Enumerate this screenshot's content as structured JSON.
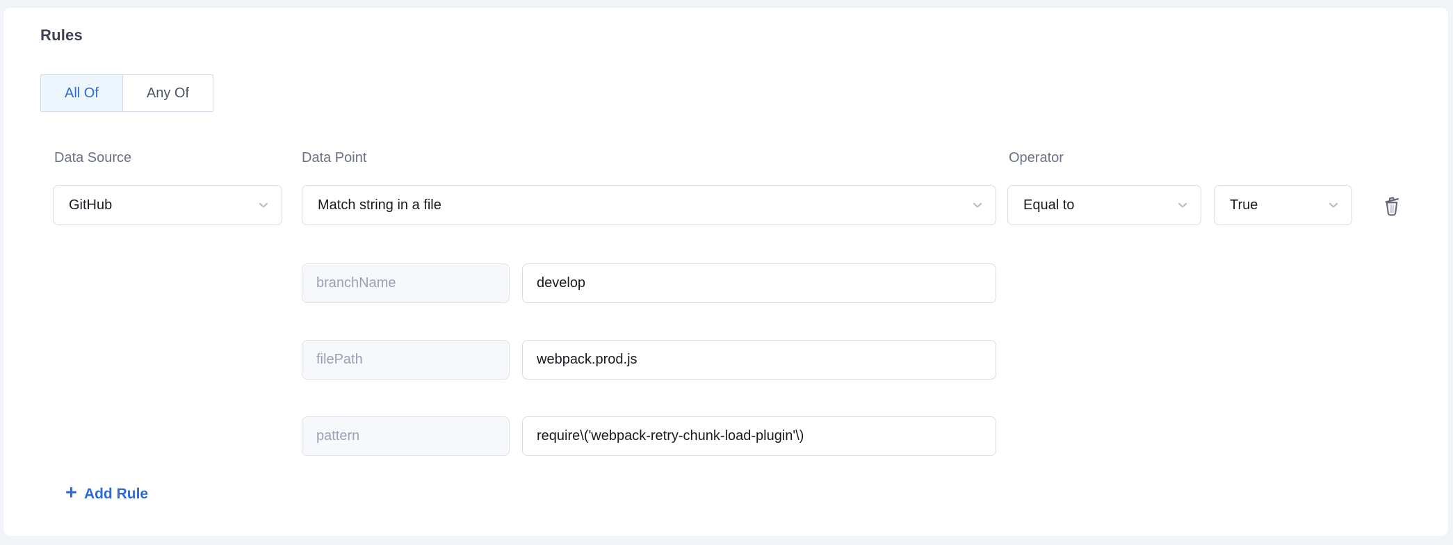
{
  "panel": {
    "heading": "Rules"
  },
  "match_toggle": {
    "options": [
      {
        "label": "All Of",
        "selected": true
      },
      {
        "label": "Any Of",
        "selected": false
      }
    ]
  },
  "rule": {
    "data_source": {
      "label": "Data Source",
      "value": "GitHub"
    },
    "data_point": {
      "label": "Data Point",
      "value": "Match string in a file"
    },
    "operator": {
      "label": "Operator",
      "value": "Equal to"
    },
    "expected": {
      "value": "True"
    },
    "params": [
      {
        "key": "branchName",
        "value": "develop"
      },
      {
        "key": "filePath",
        "value": "webpack.prod.js"
      },
      {
        "key": "pattern",
        "value": "require\\('webpack-retry-chunk-load-plugin'\\)"
      }
    ]
  },
  "actions": {
    "add_rule_label": "Add Rule",
    "plus_glyph": "+"
  },
  "icons": {
    "chevron": "chevron-down-icon",
    "delete": "trash-icon"
  },
  "colors": {
    "accent_blue": "#2b6bd4",
    "selected_toggle_bg": "#ecf6fc",
    "label_gray": "#6a7183",
    "border_gray": "#d9dce8",
    "key_bg": "#f7f8fb",
    "key_text": "#9ba1b4",
    "page_bg": "#f1f4f9"
  }
}
